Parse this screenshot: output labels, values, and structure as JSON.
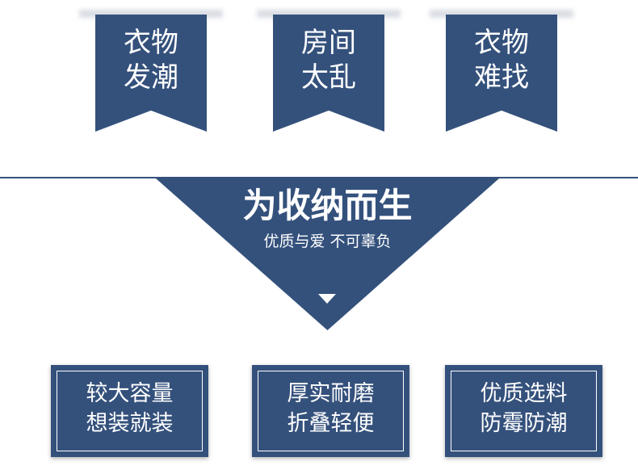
{
  "banners": [
    {
      "line1": "衣物",
      "line2": "发潮"
    },
    {
      "line1": "房间",
      "line2": "太乱"
    },
    {
      "line1": "衣物",
      "line2": "难找"
    }
  ],
  "slogan": {
    "title": "为收纳而生",
    "subtitle": "优质与爱 不可辜负"
  },
  "features": [
    {
      "line1": "较大容量",
      "line2": "想装就装"
    },
    {
      "line1": "厚实耐磨",
      "line2": "折叠轻便"
    },
    {
      "line1": "优质选料",
      "line2": "防霉防潮"
    }
  ],
  "colors": {
    "navy": "#34517c",
    "white": "#ffffff"
  },
  "icons": {
    "arrow": "down-arrow-icon"
  }
}
